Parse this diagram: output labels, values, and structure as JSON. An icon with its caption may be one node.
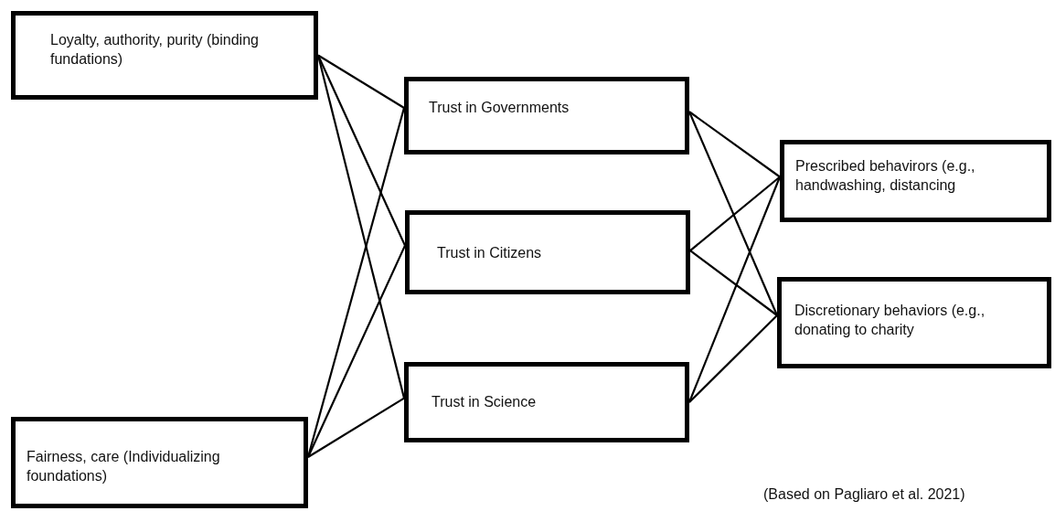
{
  "diagram": {
    "nodes": [
      {
        "text": [
          "Loyalty, authority, purity (binding fundations)"
        ]
      },
      {
        "text": [
          "Fairness, care (Individualizing foundations)"
        ]
      },
      {
        "text": [
          "Trust in Governments"
        ]
      },
      {
        "text": [
          "Trust in Citizens"
        ]
      },
      {
        "text": [
          "Trust in Science"
        ]
      },
      {
        "text": [
          "Prescribed behavirors (e.g., handwashing, distancing"
        ]
      },
      {
        "text": [
          "Discretionary behaviors (e.g., donating to charity"
        ]
      }
    ],
    "edges": [
      {
        "from": 0,
        "to": 2,
        "arrow": "none"
      },
      {
        "from": 0,
        "to": 3,
        "arrow": "none"
      },
      {
        "from": 0,
        "to": 4,
        "arrow": "none"
      },
      {
        "from": 1,
        "to": 2,
        "arrow": "none"
      },
      {
        "from": 1,
        "to": 3,
        "arrow": "none"
      },
      {
        "from": 1,
        "to": 4,
        "arrow": "none"
      },
      {
        "from": 2,
        "to": 5,
        "arrow": "none"
      },
      {
        "from": 2,
        "to": 6,
        "arrow": "none"
      },
      {
        "from": 3,
        "to": 5,
        "arrow": "none"
      },
      {
        "from": 3,
        "to": 6,
        "arrow": "none"
      },
      {
        "from": 4,
        "to": 5,
        "arrow": "none"
      },
      {
        "from": 4,
        "to": 6,
        "arrow": "none"
      }
    ],
    "labels": [
      "(Based on Pagliaro et al. 2021)"
    ]
  }
}
